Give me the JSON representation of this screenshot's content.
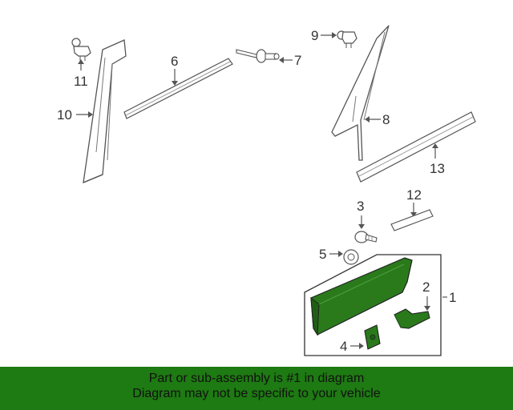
{
  "callouts": {
    "c1": "1",
    "c2": "2",
    "c3": "3",
    "c4": "4",
    "c5": "5",
    "c6": "6",
    "c7": "7",
    "c8": "8",
    "c9": "9",
    "c10": "10",
    "c11": "11",
    "c12": "12",
    "c13": "13"
  },
  "colors": {
    "highlight": "#2a7a1c",
    "footer_bg": "#1e7a12",
    "line": "#555555"
  },
  "footer": {
    "line1": "Part or sub-assembly is #1 in diagram",
    "line2": "Diagram may not be specific to your vehicle"
  }
}
